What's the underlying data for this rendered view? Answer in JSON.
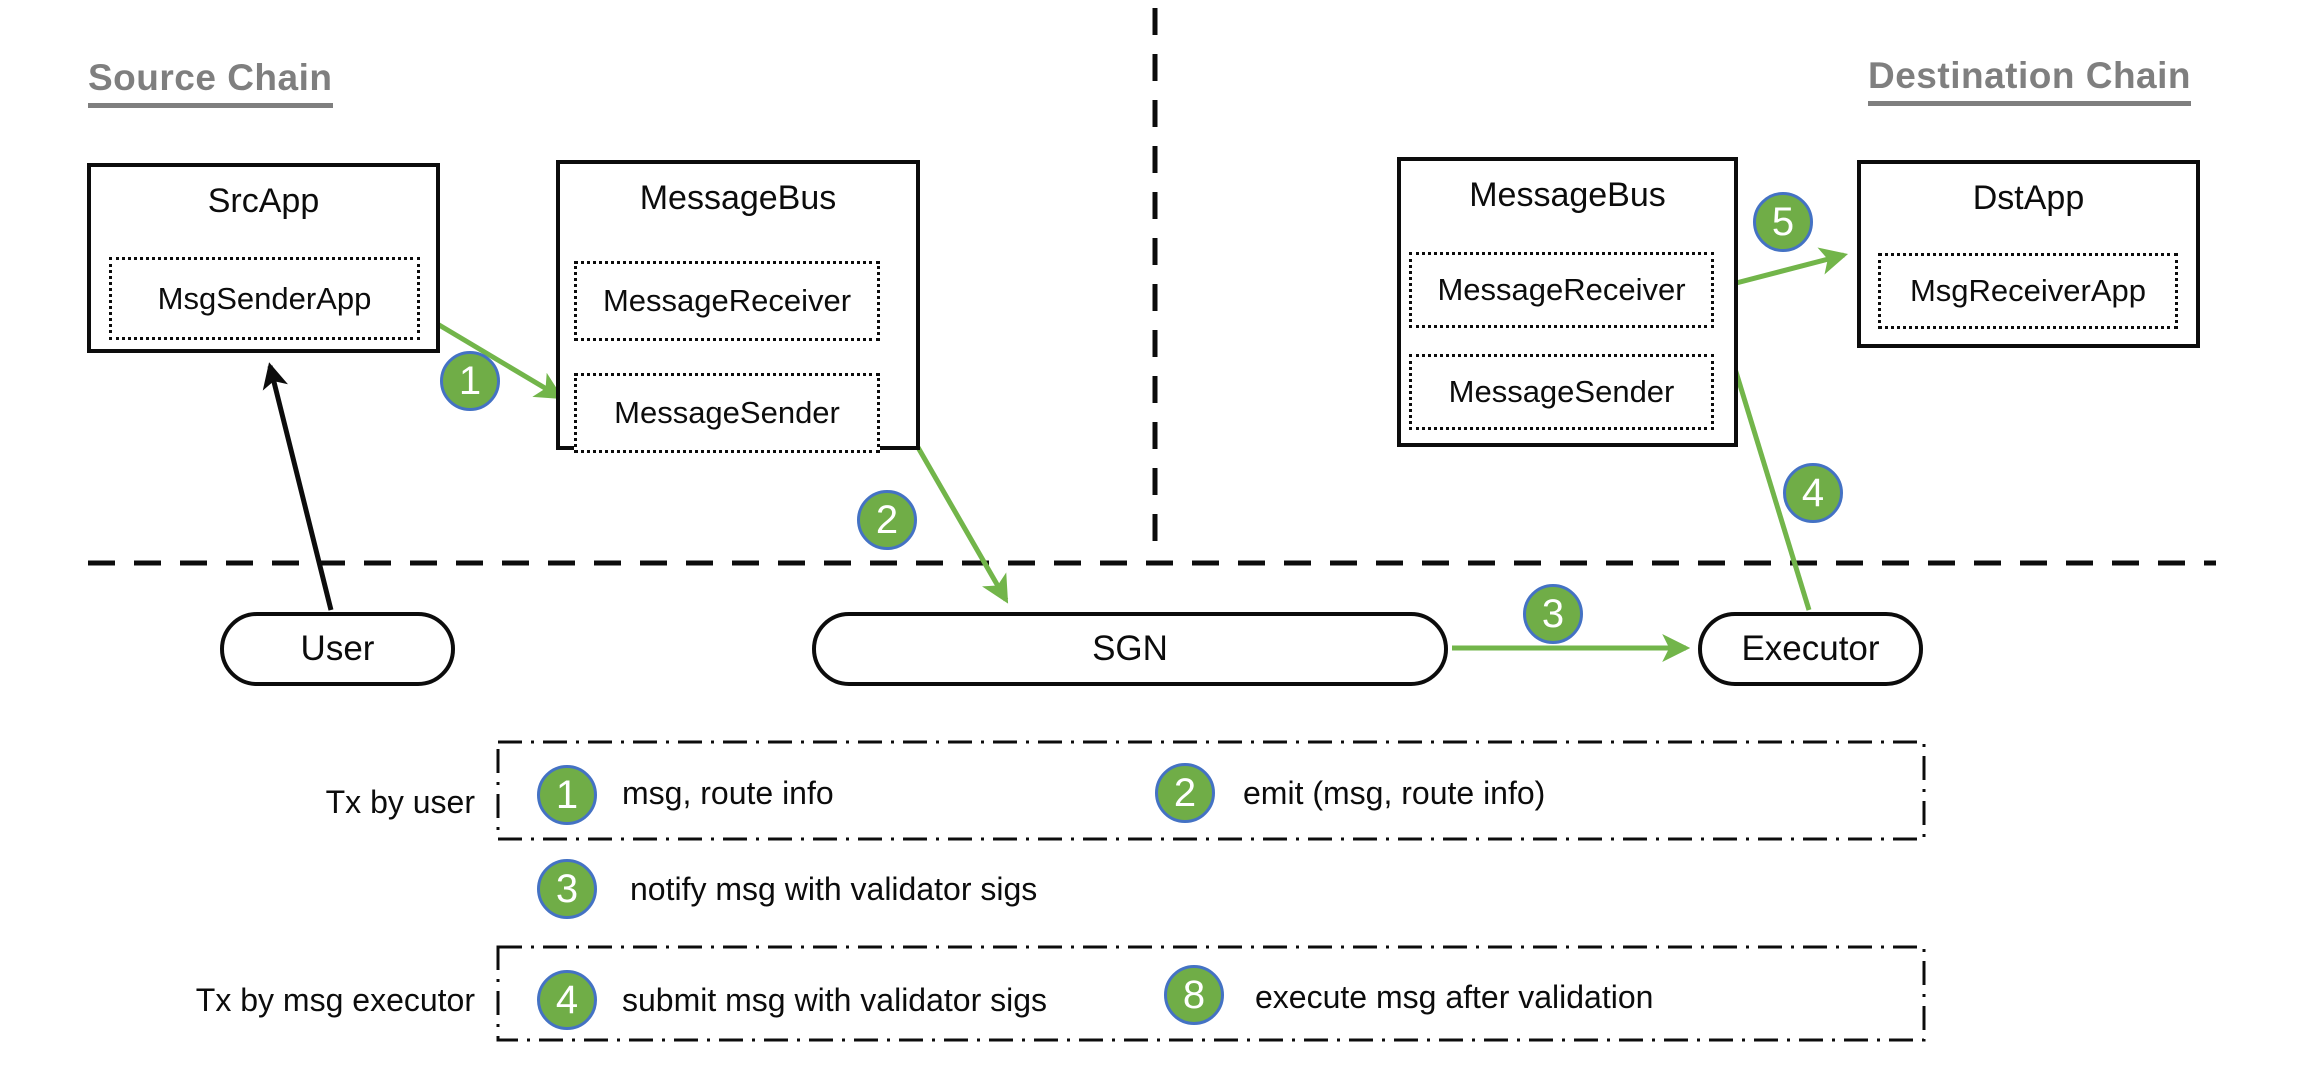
{
  "colors": {
    "badge_green": "#70ad47",
    "badge_ring_blue": "#4472c4",
    "arrow_green": "#72b54a",
    "heading_gray": "#7f7f7f"
  },
  "headings": {
    "source": "Source Chain",
    "destination": "Destination Chain"
  },
  "source_chain": {
    "src_app": {
      "title": "SrcApp",
      "module": "MsgSenderApp"
    },
    "message_bus": {
      "title": "MessageBus",
      "modules": [
        "MessageReceiver",
        "MessageSender"
      ]
    }
  },
  "destination_chain": {
    "message_bus": {
      "title": "MessageBus",
      "modules": [
        "MessageReceiver",
        "MessageSender"
      ]
    },
    "dst_app": {
      "title": "DstApp",
      "module": "MsgReceiverApp"
    }
  },
  "offchain": {
    "user": "User",
    "sgn": "SGN",
    "executor": "Executor"
  },
  "step_badges": [
    "1",
    "2",
    "3",
    "4",
    "5"
  ],
  "legend": {
    "group1_label": "Tx by user",
    "group2_label": "Tx by msg executor",
    "items": [
      {
        "num": "1",
        "text": "msg, route info"
      },
      {
        "num": "2",
        "text": "emit (msg, route info)"
      },
      {
        "num": "3",
        "text": "notify msg with validator sigs"
      },
      {
        "num": "4",
        "text": "submit msg with validator sigs"
      },
      {
        "num": "8",
        "text": "execute msg after validation"
      }
    ]
  }
}
